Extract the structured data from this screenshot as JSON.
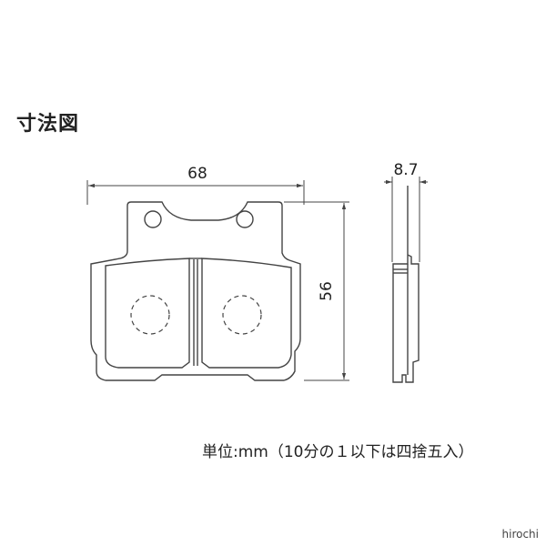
{
  "title": "寸法図",
  "dimensions": {
    "width": "68",
    "height": "56",
    "thickness": "8.7"
  },
  "note": "単位:mm（10分の１以下は四捨五入）",
  "watermark": "hirochi",
  "colors": {
    "line": "#444444",
    "background": "#ffffff"
  }
}
